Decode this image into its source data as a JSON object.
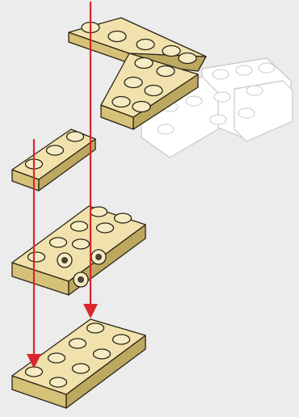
{
  "diagram": {
    "kind": "building-instruction-step",
    "colors": {
      "background": "#ececec",
      "brick_top": "#f1e2ad",
      "brick_left": "#d6c178",
      "brick_right": "#bda85f",
      "brick_stud": "#f6ecc4",
      "ghost_brick": "#ffffff",
      "arrow": "#d8262c"
    },
    "parts": [
      {
        "name": "corner-wedge-plate",
        "color": "tan"
      },
      {
        "name": "plate-1x3",
        "color": "tan"
      },
      {
        "name": "bracket-plate-2x3-with-side-studs",
        "color": "tan"
      },
      {
        "name": "plate-2x4",
        "color": "tan"
      }
    ],
    "arrows": 2
  }
}
